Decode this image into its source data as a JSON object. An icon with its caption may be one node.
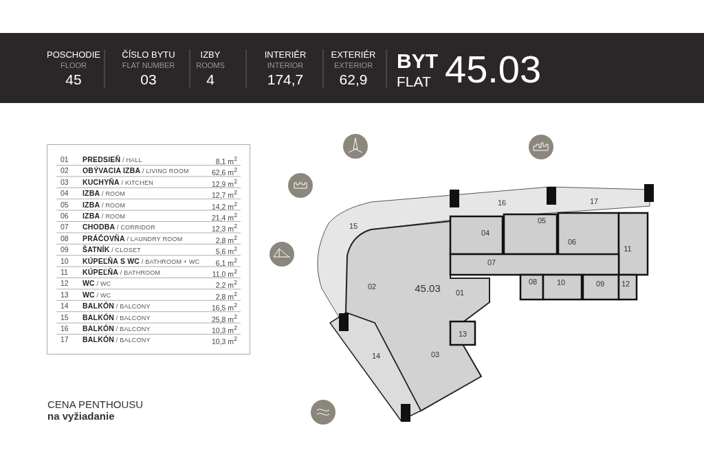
{
  "diagram": {
    "labels": [
      "POSCHODIE",
      "FLOOR",
      "45",
      "ČÍSLO BYTU",
      "FLAT NUMBER",
      "03",
      "IZBY",
      "ROOMS",
      "4",
      "INTERIÉR",
      "INTERIOR",
      "174,7",
      "EXTERIÉR",
      "EXTERIOR",
      "62,9",
      "BYT",
      "FLAT",
      "45.03",
      "01",
      "**PREDSIEŇ** / HALL",
      "8,1 m$^{2}$",
      "02",
      "**OBÝVACIA IZBA** / LIVING ROOM",
      "62,6 m$^{2}$",
      "03",
      "**KUCHYŇA** / KITCHEN",
      "12,9 m$^{2}$",
      "04",
      "**IZBA** / ROOM",
      "12,7 m$^{2}$",
      "05",
      "**IZBA** / ROOM",
      "14,2 m$^{2}$",
      "06",
      "**IZBA** / ROOM",
      "21,4 m$^{2}$",
      "07",
      "**CHODBA** / CORRIDOR",
      "12,3 m$^{2}$",
      "08",
      "**PRÁČOVŇA** / LAUNDRY ROOM",
      "2,8 m$^{2}$",
      "09",
      "**ŠATNÍK** / CLOSET",
      "5,6 m$^{2}$",
      "10",
      "**KÚPEĽŇA S WC** / BATHROOM + WC",
      "6,1 m$^{2}$",
      "11",
      "**KÚPEĽŇA** / BATHROOM",
      "11,0 m$^{2}$",
      "12",
      "**WC** / WC",
      "2,2 m$^{2}$",
      "13",
      "**WC** / WC",
      "2,8 m$^{2}$",
      "14",
      "**BALKÓN** / BALCONY",
      "16,5 m$^{2}$",
      "15",
      "**BALKÓN** / BALCONY",
      "25,8 m$^{2}$",
      "16",
      "**BALKÓN** / BALCONY",
      "10,3 m$^{2}$",
      "17",
      "**BALKÓN** / BALCONY",
      "10,3 m$^{2}$",
      "CENA PENTHOUSU",
      "na vyžiadanie",
      "15",
      "16",
      "17",
      "04",
      "05",
      "06",
      "11",
      "07",
      "02",
      "45.03",
      "01",
      "08",
      "10",
      "09",
      "12",
      "13",
      "14",
      "03"
    ]
  }
}
